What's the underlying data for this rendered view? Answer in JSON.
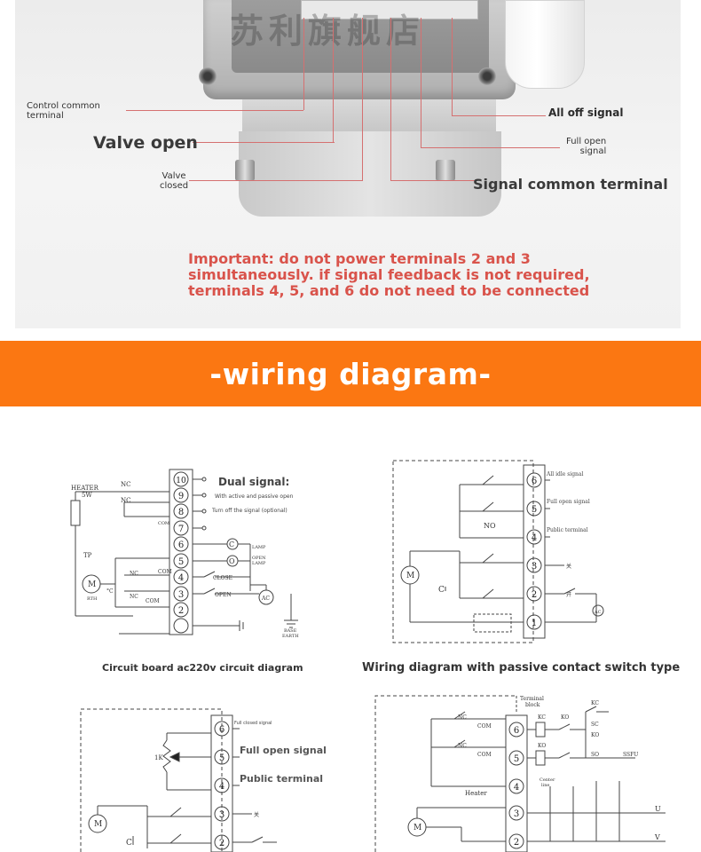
{
  "photo": {
    "watermark": "苏利旗舰店",
    "labels": {
      "control_common_terminal": "Control common\nterminal",
      "valve_open": "Valve open",
      "valve_closed": "Valve\nclosed",
      "all_off_signal": "All off signal",
      "full_open_signal": "Full open\nsignal",
      "signal_common_terminal": "Signal common terminal"
    },
    "important_note": "Important: do not power terminals 2 and 3 simultaneously. if signal feedback is not required, terminals 4, 5, and 6 do not need to be connected"
  },
  "banner": {
    "title": "-wiring diagram-"
  },
  "diagram1": {
    "caption": "Circuit board ac220v circuit diagram",
    "terminals": [
      "10",
      "9",
      "8",
      "7",
      "6",
      "5",
      "4",
      "3",
      "2"
    ],
    "heading": "Dual signal:",
    "sub1": "With active and passive open",
    "sub2": "Turn off the signal (optional)",
    "heater": "HEATER",
    "heater_w": "5W",
    "tp": "TP",
    "nc": "NC",
    "com": "COM",
    "close": "CLOSE",
    "open": "OPEN",
    "ac": "AC",
    "base": "BASE",
    "earth": "EARTH",
    "lamp1": "LAMP",
    "lamp2": "LAMP",
    "open_lamp": "OPEN",
    "motor": "M",
    "rth": "RTH",
    "tc": "°C",
    "close_lamp_symbol": "C",
    "open_lamp_symbol": "O"
  },
  "diagram2": {
    "caption": "Wiring diagram with passive contact switch type",
    "terminals": [
      "6",
      "5",
      "4",
      "3",
      "2",
      "1"
    ],
    "all_idle_signal": "All idle signal",
    "full_open_signal": "Full open signal",
    "public_terminal": "Public terminal",
    "no": "NO",
    "motor": "M",
    "cap": "C",
    "ac": "AC",
    "close_char": "关",
    "open_char": "开"
  },
  "diagram3": {
    "terminals": [
      "6",
      "5",
      "4",
      "3",
      "2"
    ],
    "full_closed_signal": "Full closed signal",
    "full_open_signal": "Full open signal",
    "public_terminal": "Public terminal",
    "pot": "1K",
    "motor": "M",
    "cap": "C",
    "close_char": "关"
  },
  "diagram4": {
    "terminals": [
      "6",
      "5",
      "4",
      "3",
      "2"
    ],
    "terminal_block": "Terminal\nblock",
    "nc": "NC",
    "com": "COM",
    "heater": "Heater",
    "center_line": "Center\nline",
    "kc": "KC",
    "ko": "KO",
    "sc": "SC",
    "so": "SO",
    "ssfu": "SSFU",
    "u": "U",
    "v": "V",
    "motor": "M"
  }
}
